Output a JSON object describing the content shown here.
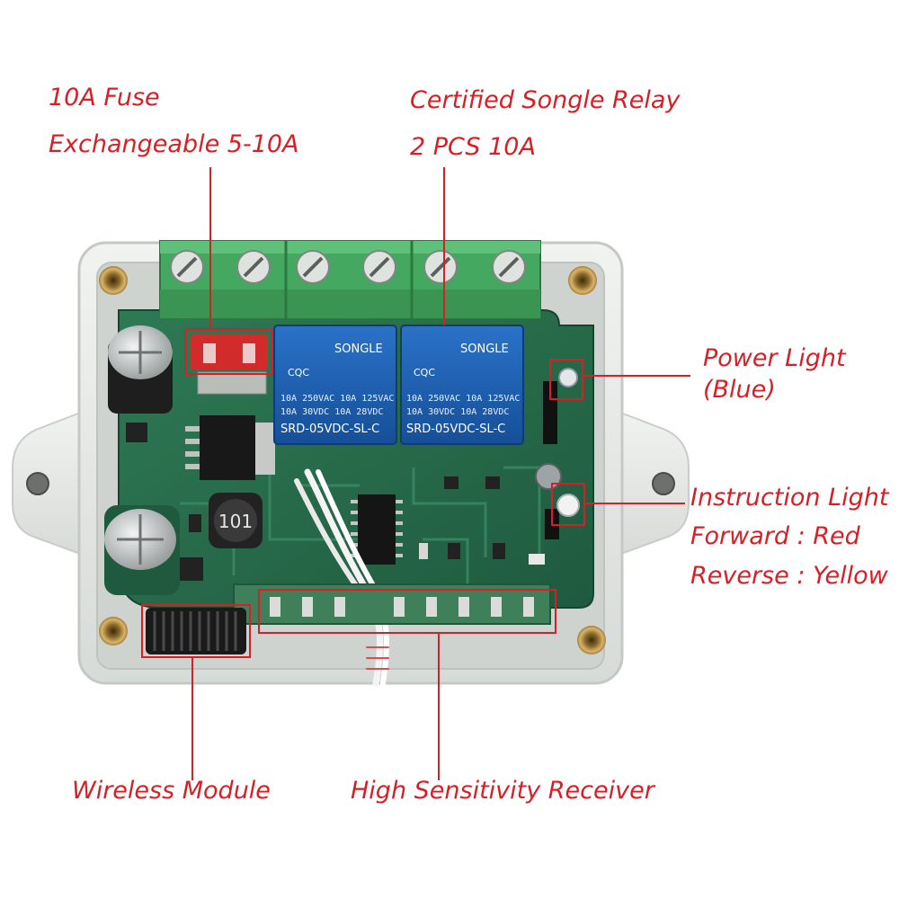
{
  "annotations": {
    "fuse_title": "10A Fuse",
    "fuse_subtitle": "Exchangeable 5-10A",
    "relay_title": "Certified Songle Relay",
    "relay_subtitle": "2 PCS 10A",
    "power_light_title": "Power Light",
    "power_light_subtitle": "(Blue)",
    "instruction_light_title": "Instruction Light",
    "instruction_forward": "Forward : Red",
    "instruction_reverse": "Reverse : Yellow",
    "wireless_module": "Wireless Module",
    "receiver": "High Sensitivity Receiver"
  },
  "relays": [
    {
      "brand": "SONGLE",
      "cert": "CQC",
      "rating_a": "10A 250VAC  10A 125VAC",
      "rating_b": "10A  30VDC  10A  28VDC",
      "model": "SRD-05VDC-SL-C"
    },
    {
      "brand": "SONGLE",
      "cert": "CQC",
      "rating_a": "10A 250VAC  10A 125VAC",
      "rating_b": "10A  30VDC  10A  28VDC",
      "model": "SRD-05VDC-SL-C"
    }
  ],
  "inductor_marking": "101",
  "colors": {
    "annotation_red": "#d81f26",
    "pcb_green": "#2f7d57",
    "terminal_green": "#44a861",
    "relay_blue": "#1a5fb4",
    "enclosure": "#e9ece9"
  }
}
